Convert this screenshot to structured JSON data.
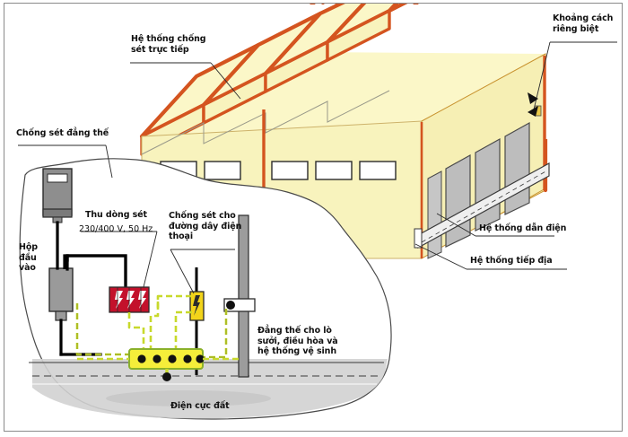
{
  "diagram": {
    "title": "He thong chong set toan dien cho nha xuong",
    "colors": {
      "roof_conductor": "#d4541f",
      "wall_fill": "#f8f3bd",
      "roof_fill": "#fbf7c8",
      "spd_power": "#c3112b",
      "spd_telecom": "#f2d41a",
      "bonding_bar": "#f5ee3a",
      "bonding_cable": "#e8f06a",
      "equipment_gray": "#8e8e8e",
      "ground_gray": "#cfcfcf",
      "outline": "#3a3a3a"
    }
  },
  "labels": {
    "direct_lps": "Hệ thống chống\nsét trực tiếp",
    "separation_distance": "Khoảng cách\nriêng biệt",
    "equipotential": "Chống sét đẳng thế",
    "down_conductor_system": "Hệ thống dẫn điện",
    "earthing_system": "Hệ thống tiếp địa",
    "surge_collector": "Thu dòng sét",
    "voltage_rating": "230/400 V, 50 Hz",
    "telecom_spd": "Chống sét cho\nđường dây điện\nthoại",
    "input_box": "Hộp\nđầu\nvào",
    "services_bonding": "Đẳng thế cho lò\nsưởi, điều hòa và\nhệ thống vệ sinh",
    "earth_electrode": "Điện cực đất"
  },
  "components": {
    "spd_power_bolts": 3,
    "spd_telecom_bolts": 1,
    "bonding_bar_terminals": 5,
    "roof_bays": 5,
    "facade_windows": 5,
    "side_panels": 4
  }
}
